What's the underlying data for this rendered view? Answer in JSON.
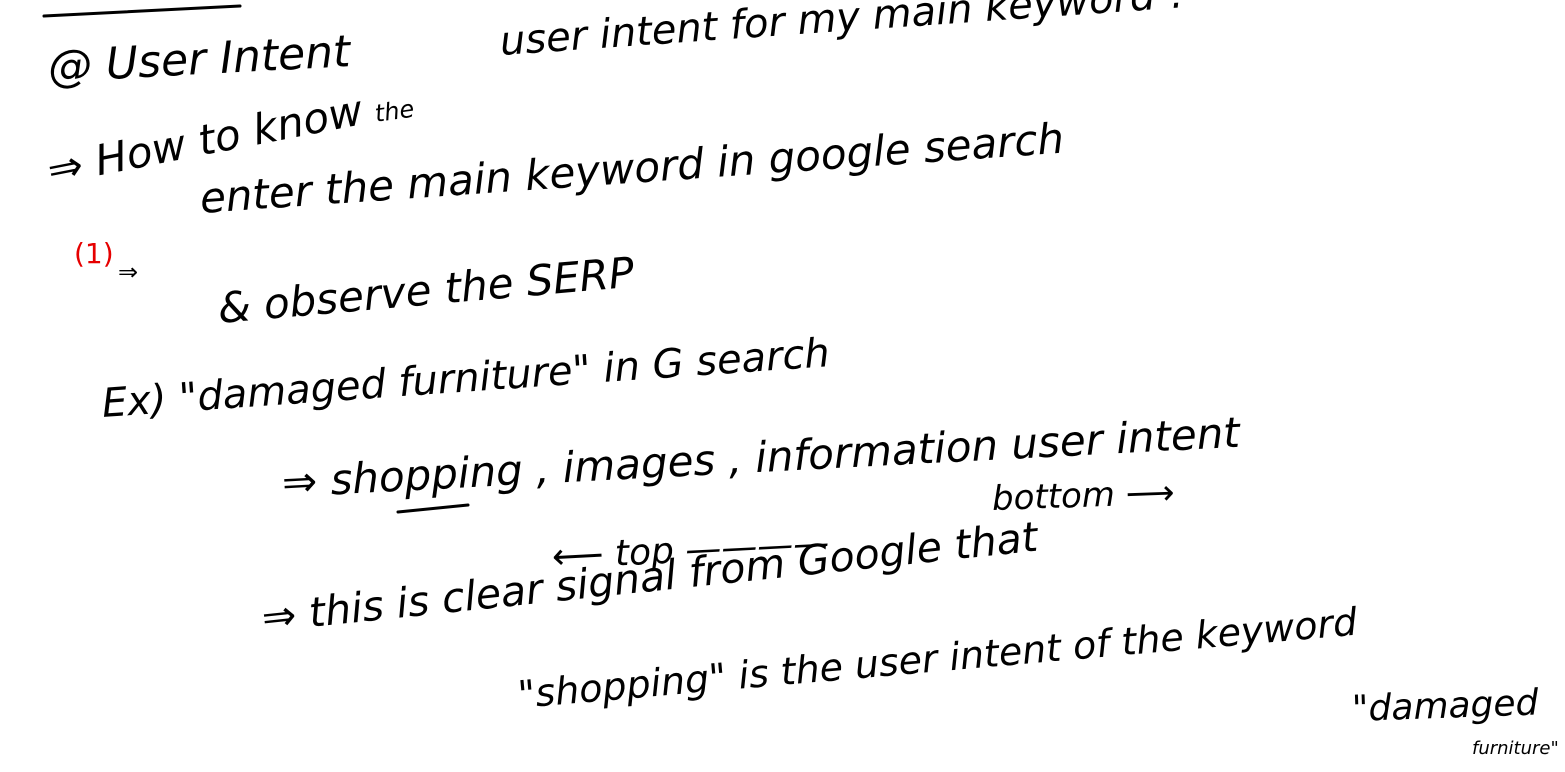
{
  "ink_color": "#000000",
  "accent_color": "#e60000",
  "note": {
    "heading": "@ User Intent",
    "question": "user intent for my main keyword ?",
    "inserted_word": "the",
    "how_to": "⇒ How to know",
    "step_enter": "enter the main keyword in google search",
    "step_marker": "(1)",
    "step_arrow": "⇒",
    "step_observe": "& observe the SERP",
    "example": "Ex) \"damaged furniture\" in G search",
    "result": "⇒ shopping , images , information user intent",
    "bottom_label": "bottom ⟶",
    "top_label": "⟵ top ————",
    "signal": "⇒ this is clear signal from Google that",
    "conclusion": "\"shopping\" is the user intent of the keyword",
    "keyword_main": "\"damaged",
    "keyword_tail": "furniture\""
  }
}
